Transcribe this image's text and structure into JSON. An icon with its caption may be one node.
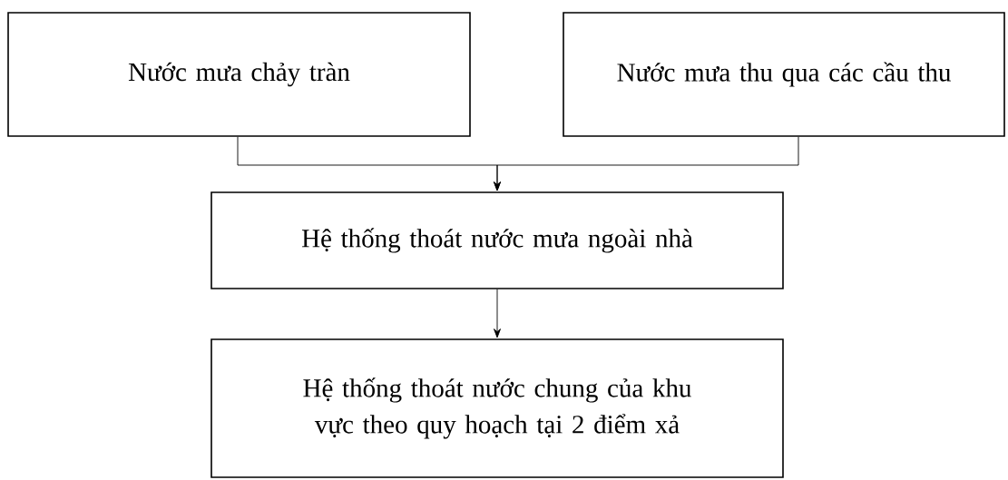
{
  "diagram": {
    "nodes": [
      {
        "text": [
          "Nước mưa chảy tràn"
        ]
      },
      {
        "text": [
          "Nước mưa thu qua các cầu thu"
        ]
      },
      {
        "text": [
          "Hệ thống thoát nước mưa ngoài nhà"
        ]
      },
      {
        "text": [
          "Hệ thống thoát nước chung của khu vực theo quy hoạch tại 2 điểm xả"
        ]
      }
    ],
    "edges": [
      {
        "from": 0,
        "to": 2,
        "arrow": "to"
      },
      {
        "from": 1,
        "to": 2,
        "arrow": "to"
      },
      {
        "from": 2,
        "to": 3,
        "arrow": "to"
      }
    ]
  }
}
